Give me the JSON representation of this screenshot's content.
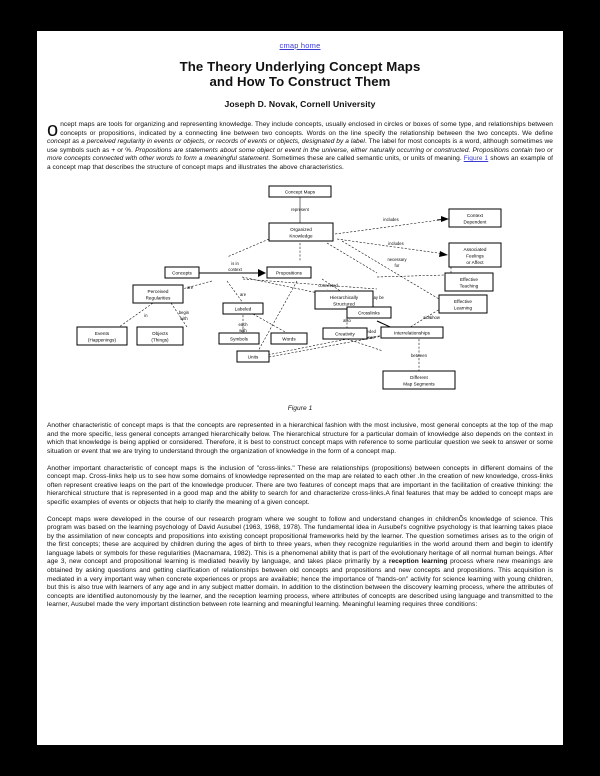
{
  "nav": {
    "home_link": "cmap home"
  },
  "header": {
    "title_line1": "The Theory Underlying Concept Maps",
    "title_line2": "and How To Construct Them",
    "author": "Joseph D. Novak, Cornell University"
  },
  "figure": {
    "caption": "Figure 1",
    "nodes": [
      {
        "id": "concept_maps",
        "label": "Concept Maps"
      },
      {
        "id": "organized",
        "label": "Organized\nKnowledge"
      },
      {
        "id": "context",
        "label": "Context\nDependent"
      },
      {
        "id": "feelings",
        "label": "Associated\nFeelings\nor Affect"
      },
      {
        "id": "effective_teach",
        "label": "Effective\nTeaching"
      },
      {
        "id": "effective_learn",
        "label": "Effective\nLearning"
      },
      {
        "id": "concepts",
        "label": "Concepts"
      },
      {
        "id": "propositions",
        "label": "Propositions"
      },
      {
        "id": "perceived",
        "label": "Perceived\nRegularities"
      },
      {
        "id": "labeled",
        "label": "Labeled"
      },
      {
        "id": "hierarchical",
        "label": "Hierarchically\nStructured"
      },
      {
        "id": "creativity",
        "label": "Creativity"
      },
      {
        "id": "events",
        "label": "Events\n(Happenings)"
      },
      {
        "id": "objects",
        "label": "Objects\n(Things)"
      },
      {
        "id": "symbols",
        "label": "Symbols"
      },
      {
        "id": "words",
        "label": "Words"
      },
      {
        "id": "units",
        "label": "Units"
      },
      {
        "id": "crosslinks",
        "label": "Crosslinks"
      },
      {
        "id": "interrelationships",
        "label": "Interrelationships"
      },
      {
        "id": "segments",
        "label": "Different\nMap Segments"
      }
    ],
    "link_labels": [
      "represent",
      "is",
      "includes",
      "necessary\nfor",
      "add to",
      "are",
      "connected\nusing",
      "is",
      "are",
      "are",
      "in",
      "begin\nwith",
      "each\nwith",
      "also",
      "show",
      "between",
      "needed\nto see",
      "may be",
      "aids",
      "are"
    ]
  },
  "body": {
    "p1_lead": "C",
    "p1_a": "oncept maps are tools for organizing and representing knowledge. They include concepts, usually enclosed in circles or boxes of some type, and relationships between concepts or propositions, indicated by a connecting line between two concepts. Words on the line specify the relationship between the two concepts. We define ",
    "p1_i1": "concept",
    "p1_b": " as ",
    "p1_i2": "a perceived regularity in events or objects, or records of events or objects, designated by a label",
    "p1_c": ". The label for most concepts is a word, although sometimes we use symbols such as + or %. ",
    "p1_i3": "Propositions are statements about some object or event in the universe, either naturally occurring or constructed. Propositions contain two or more concepts connected with other words to form a meaningful statement",
    "p1_d": ". Sometimes these are called semantic units, or units of meaning. ",
    "p1_link": "Figure 1",
    "p1_e": " shows an example of a concept map that describes the structure of concept maps and illustrates the above characteristics.",
    "p2": "Another characteristic of concept maps is that the concepts are represented in a hierarchical fashion with the most inclusive, most general concepts at the top of the map and the more specific, less general concepts arranged hierarchically below. The hierarchical structure for a particular domain of knowledge also depends on the context in which that knowledge is being applied or considered. Therefore, it is best to construct concept maps with reference to some particular question we seek to answer or some situation or event that we are trying to understand through the organization of knowledge in the form of a concept map.",
    "p3": "Another important characteristic of concept maps is the inclusion of \"cross-links.\" These are relationships (propositions) between concepts in different domains of the concept map. Cross-links help us to see how some domains of knowledge represented on the map are related to each other .In the creation of new knowledge, cross-links often represent creative leaps on the part of the knowledge producer. There are two features of concept maps that are important in the facilitation of creative thinking: the hierarchical structure that is represented in a good map and the ability to search for and characterize cross-links.A final features that may be added to concept maps are specific examples of events or objects that help to clarify the meaning of a given concept.",
    "p4_a": "Concept maps were developed in the course of our research program where we sought to follow and understand changes in childrenÕs knowledge of science. This program was based on the learning psychology of David Ausubel (1963, 1968, 1978). The fundamental idea in Ausubel's cognitive psychology is that learning takes place by the assimilation of new concepts and propositions into existing concept propositional frameworks held by the learner. The question sometimes arises as to the origin of the first concepts; these are acquired by children during the ages of birth to three years, when they recognize regularities in the world around them and begin to identify language labels or symbols for these regularities (Macnamara, 1982). This is a phenomenal ability that is part of the evolutionary heritage of all normal human beings. After age 3, new concept and propositional learning is mediated heavily by language, and takes place primarily by a ",
    "p4_bold": "reception learning",
    "p4_b": " process where new meanings are obtained by asking questions and getting clarification of relationships between old concepts and propositions and new concepts and propositions. This acquisition is mediated in a very important way when concrete experiences or props are available; hence the importance of \"hands-on\" activity for science learning with young children, but this is also true with learners of any age and in any subject matter domain. In addition to the distinction between the discovery learning process, where the attributes of concepts are identified autonomously by the learner, and the reception learning process, where attributes of concepts are described using language and transmitted to the learner, Ausubel made the very important distinction between rote learning and meaningful learning. Meaningful learning requires three conditions:"
  }
}
